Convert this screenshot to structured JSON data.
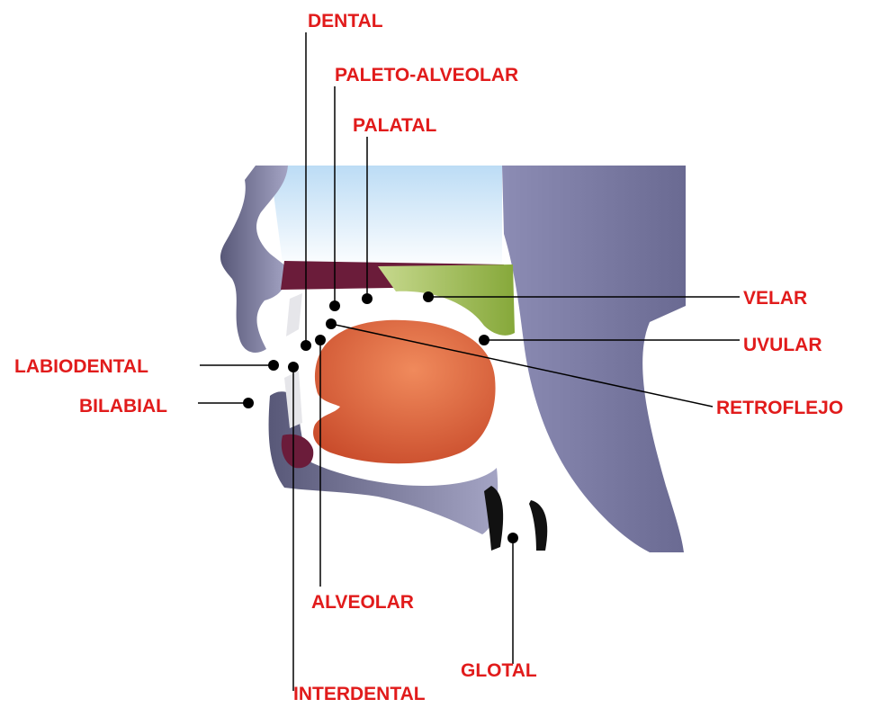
{
  "colors": {
    "label": "#e11b1b",
    "leader": "#000000",
    "skin": "#6f6f96",
    "skin_light": "#a7a7c6",
    "nasal": "#a9d4f2",
    "velum": "#9ab84a",
    "palate_dark": "#6b1c3a",
    "tongue": "#e06a3f",
    "teeth": "#e6e6ea",
    "dark": "#111111"
  },
  "labels": {
    "dental": "DENTAL",
    "paleto_alveolar": "PALETO-ALVEOLAR",
    "palatal": "PALATAL",
    "velar": "VELAR",
    "uvular": "UVULAR",
    "retroflejo": "RETROFLEJO",
    "labiodental": "LABIODENTAL",
    "bilabial": "BILABIAL",
    "alveolar": "ALVEOLAR",
    "glotal": "GLOTAL",
    "interdental": "INTERDENTAL"
  }
}
